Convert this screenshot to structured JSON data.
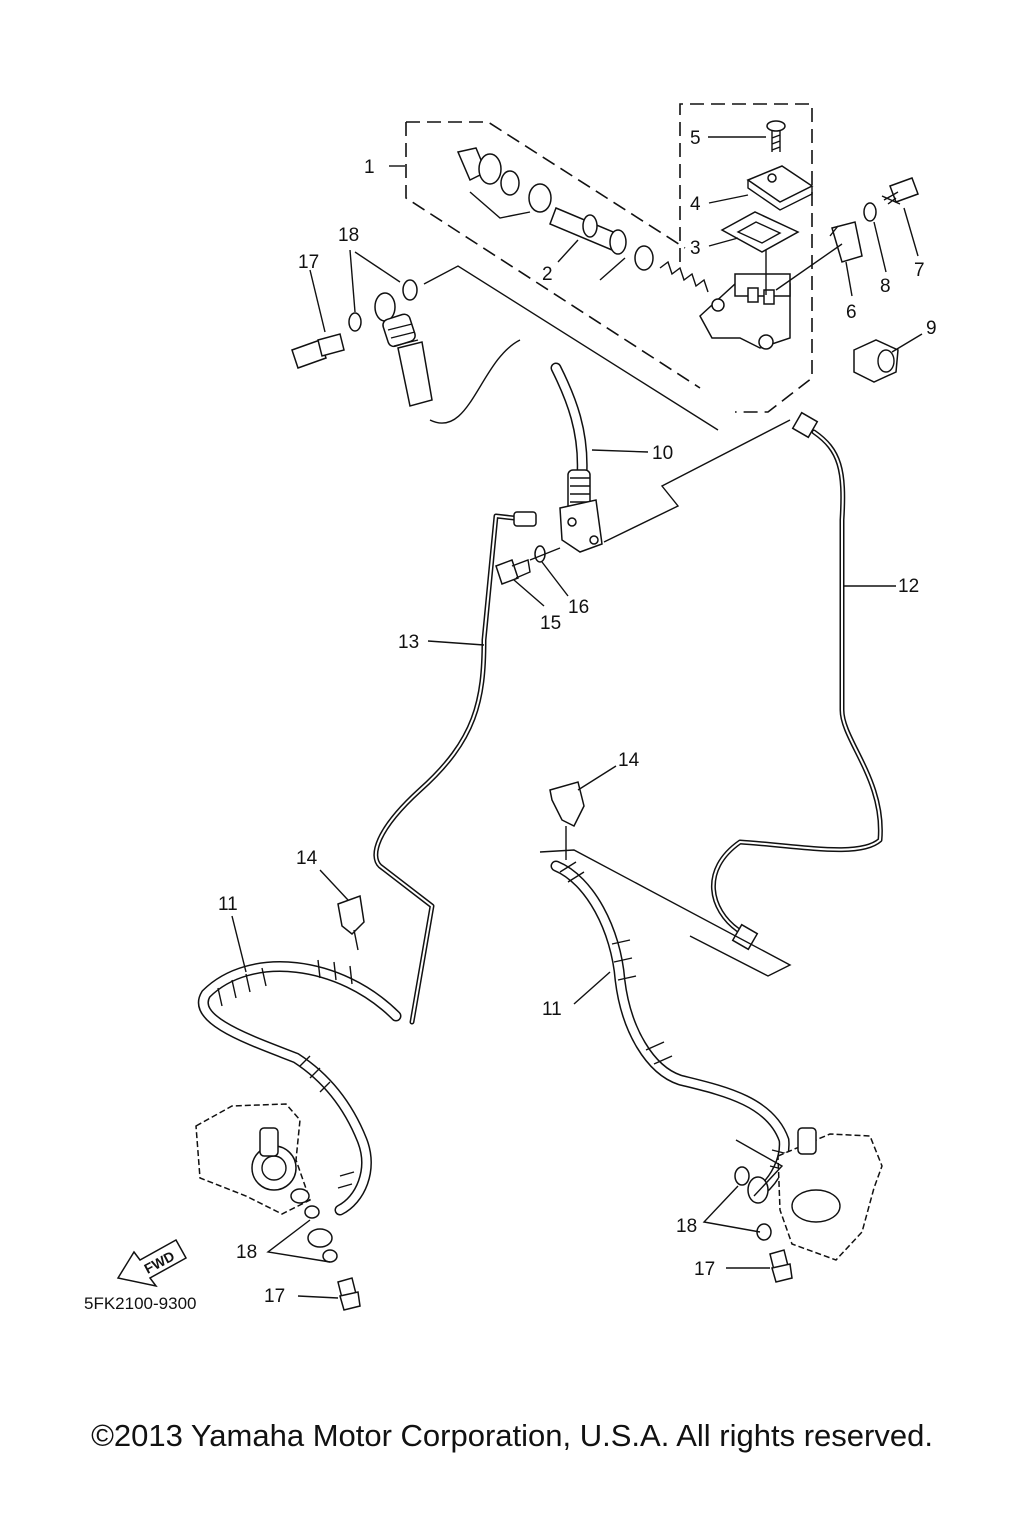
{
  "diagram": {
    "callouts": {
      "c1": "1",
      "c2": "2",
      "c3": "3",
      "c4": "4",
      "c5": "5",
      "c6": "6",
      "c7": "7",
      "c8": "8",
      "c9": "9",
      "c10": "10",
      "c12": "12",
      "c13": "13",
      "c15": "15",
      "c16": "16",
      "c17a": "17",
      "c17b": "17",
      "c17c": "17",
      "c18a": "18",
      "c18b": "18",
      "c18c": "18",
      "c14a": "14",
      "c14b": "14",
      "c11a": "11",
      "c11b": "11"
    },
    "fwd_label": "FWD",
    "part_code": "5FK2100-9300"
  },
  "footer": {
    "copyright": "©2013 Yamaha Motor Corporation, U.S.A. All rights reserved."
  }
}
